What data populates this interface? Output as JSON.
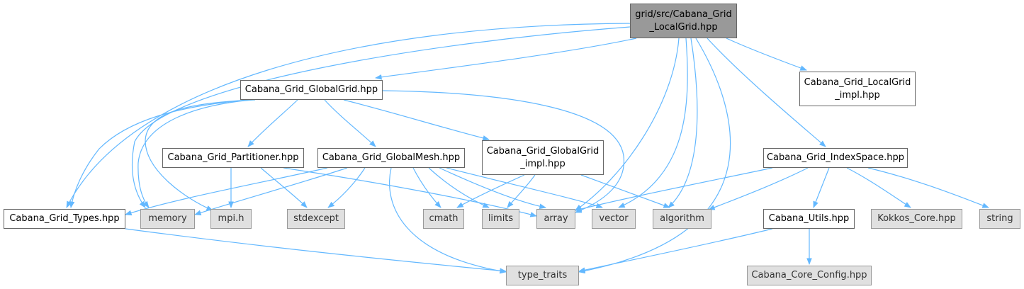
{
  "colors": {
    "edge": "#63b8ff",
    "root_fill": "#999999",
    "external_fill": "#e0e0e0",
    "internal_fill": "#ffffff",
    "border": "#666666"
  },
  "nodes": {
    "root": "grid/src/Cabana_Grid\n_LocalGrid.hpp",
    "globalgrid": "Cabana_Grid_GlobalGrid.hpp",
    "localgrid_impl": "Cabana_Grid_LocalGrid\n_impl.hpp",
    "partitioner": "Cabana_Grid_Partitioner.hpp",
    "globalmesh": "Cabana_Grid_GlobalMesh.hpp",
    "globalgrid_impl": "Cabana_Grid_GlobalGrid\n_impl.hpp",
    "indexspace": "Cabana_Grid_IndexSpace.hpp",
    "types": "Cabana_Grid_Types.hpp",
    "memory": "memory",
    "mpi": "mpi.h",
    "stdexcept": "stdexcept",
    "cmath": "cmath",
    "limits": "limits",
    "array": "array",
    "vector": "vector",
    "algorithm": "algorithm",
    "utils": "Cabana_Utils.hpp",
    "kokkos": "Kokkos_Core.hpp",
    "string": "string",
    "type_traits": "type_traits",
    "core_config": "Cabana_Core_Config.hpp"
  }
}
